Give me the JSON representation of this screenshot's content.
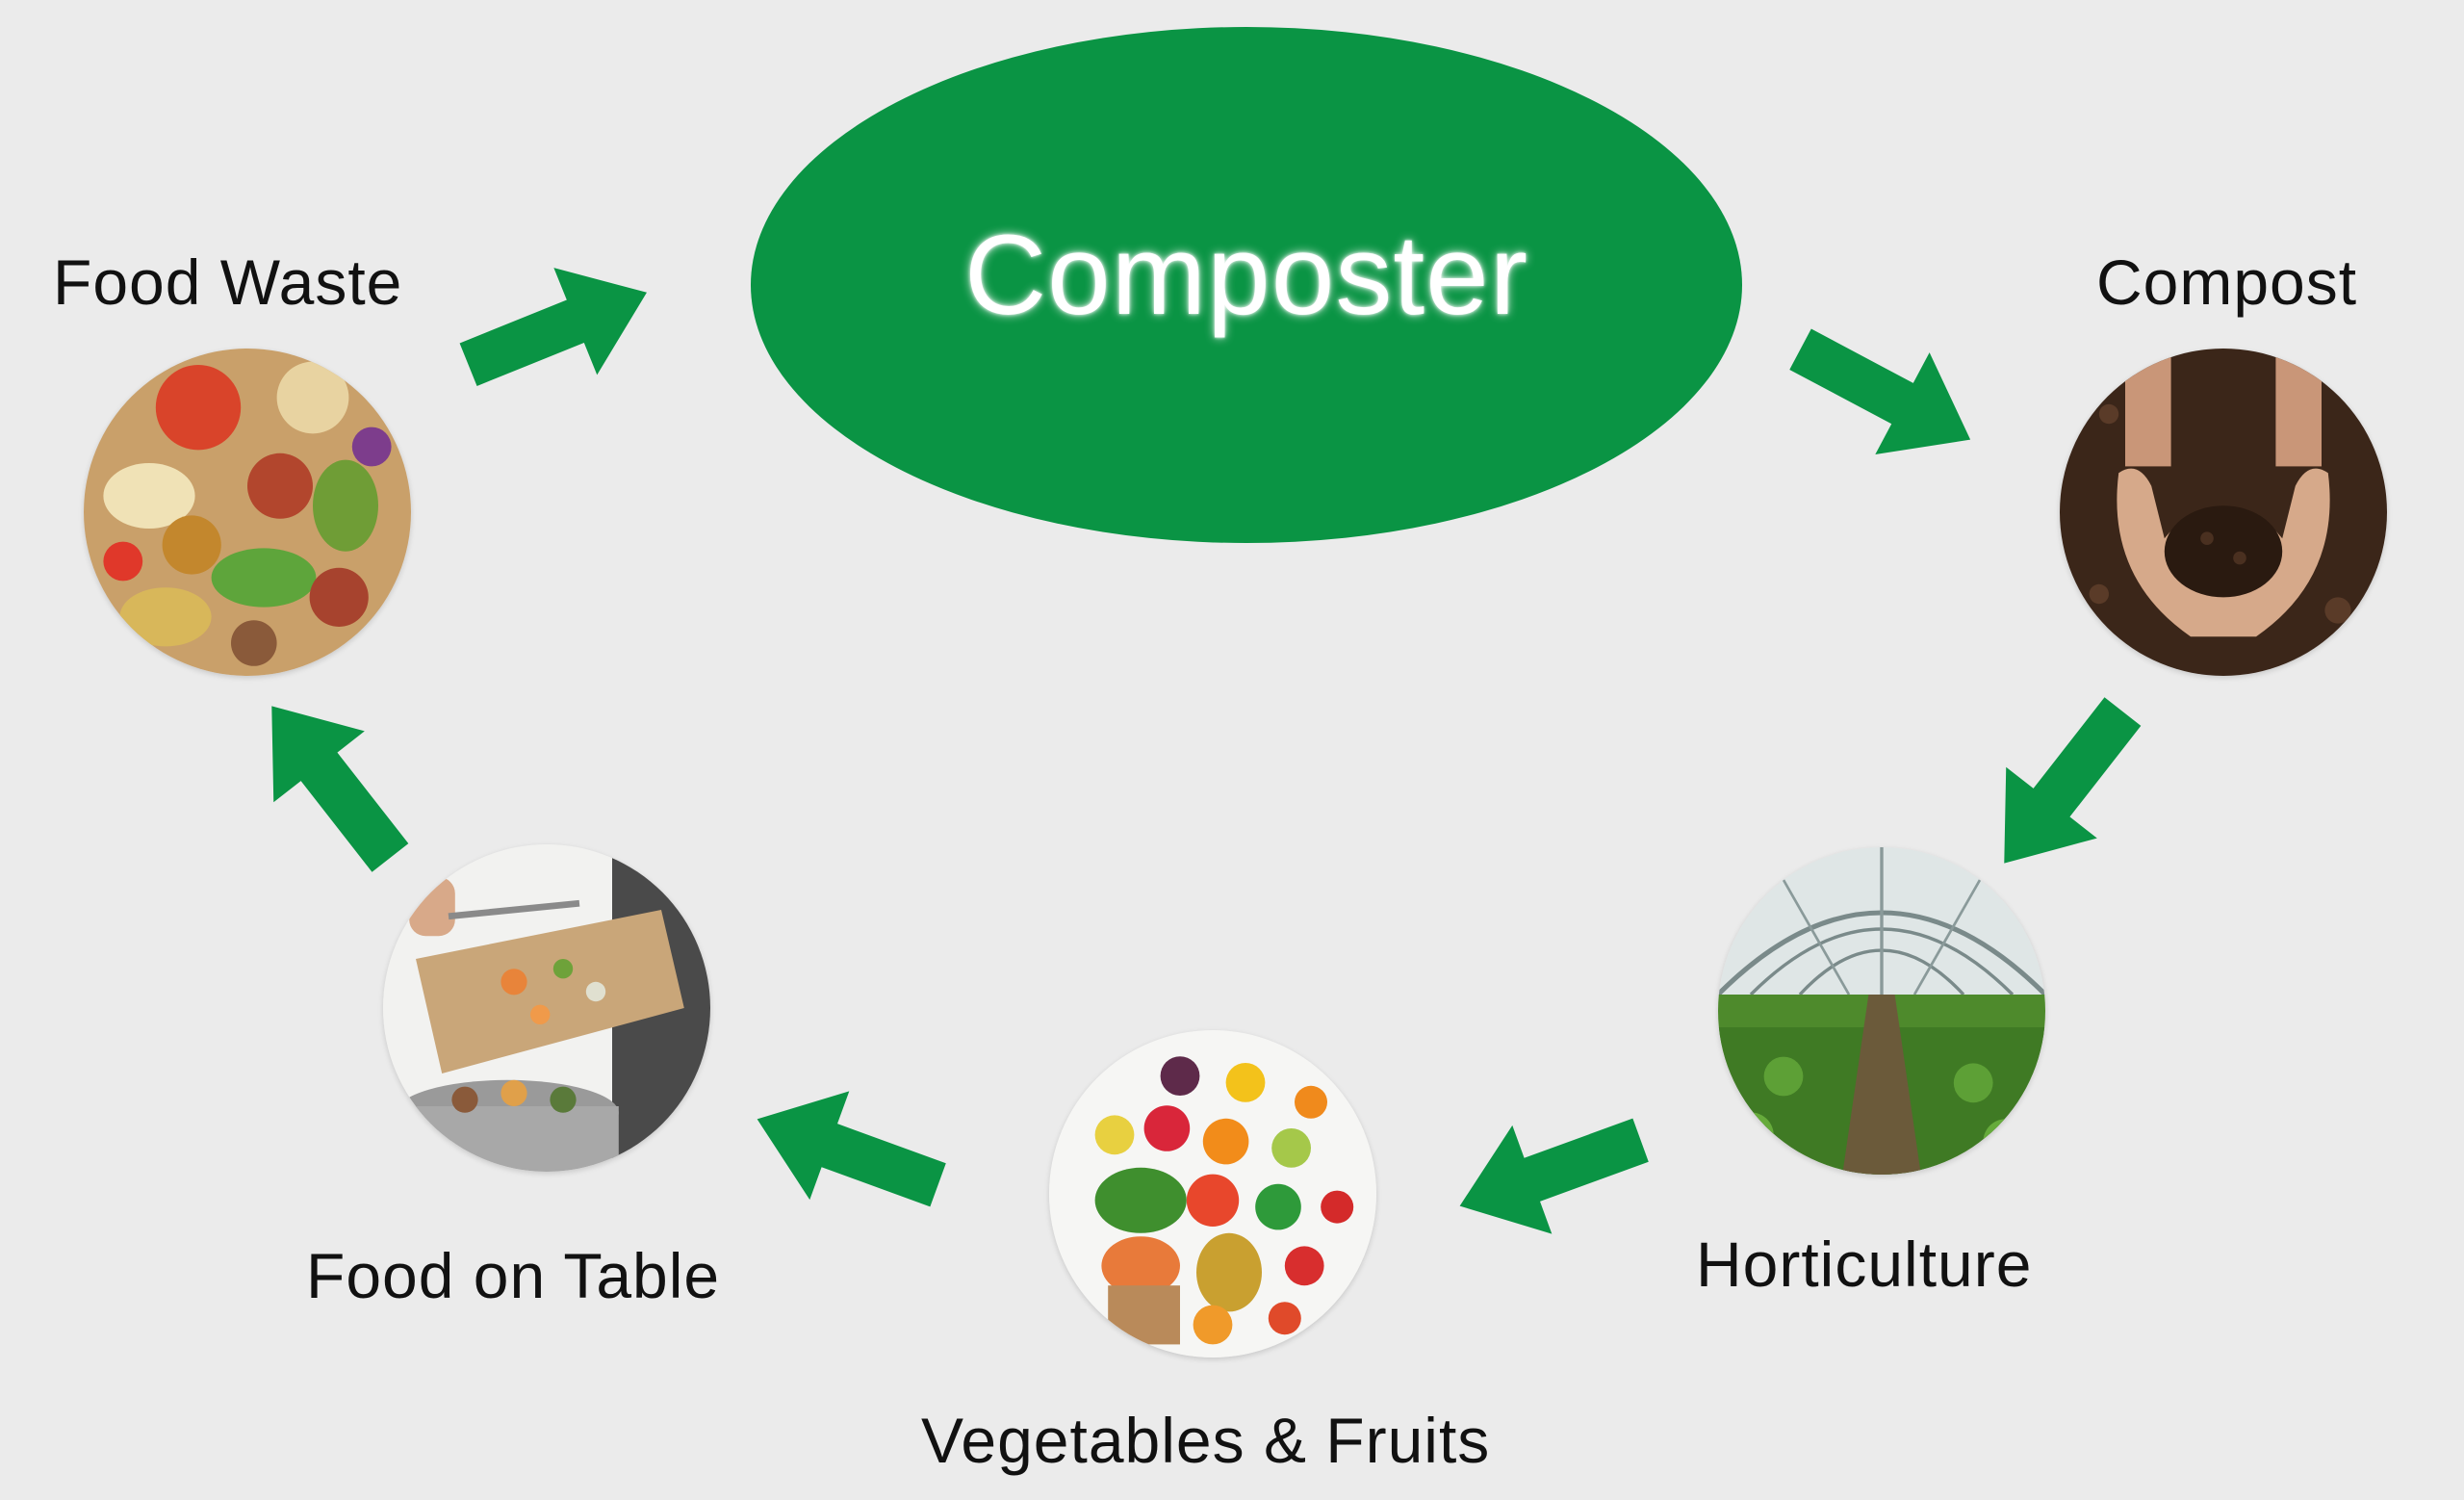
{
  "diagram": {
    "type": "cycle",
    "hub": {
      "label": "Composter"
    },
    "steps": [
      {
        "label": "Food Waste"
      },
      {
        "label": "Compost"
      },
      {
        "label": "Horticulture"
      },
      {
        "label": "Vegetables & Fruits"
      },
      {
        "label": "Food on Table"
      }
    ]
  },
  "colors": {
    "accent_green": "#0a9444",
    "background": "#ebebeb",
    "text": "#111111"
  },
  "icons": {
    "food_waste": "food-waste-photo-icon",
    "compost": "compost-hands-photo-icon",
    "horticulture": "greenhouse-photo-icon",
    "vegetables": "vegetables-fruits-photo-icon",
    "food_on_table": "food-scraps-board-photo-icon",
    "arrows": "green-arrow-icon"
  }
}
